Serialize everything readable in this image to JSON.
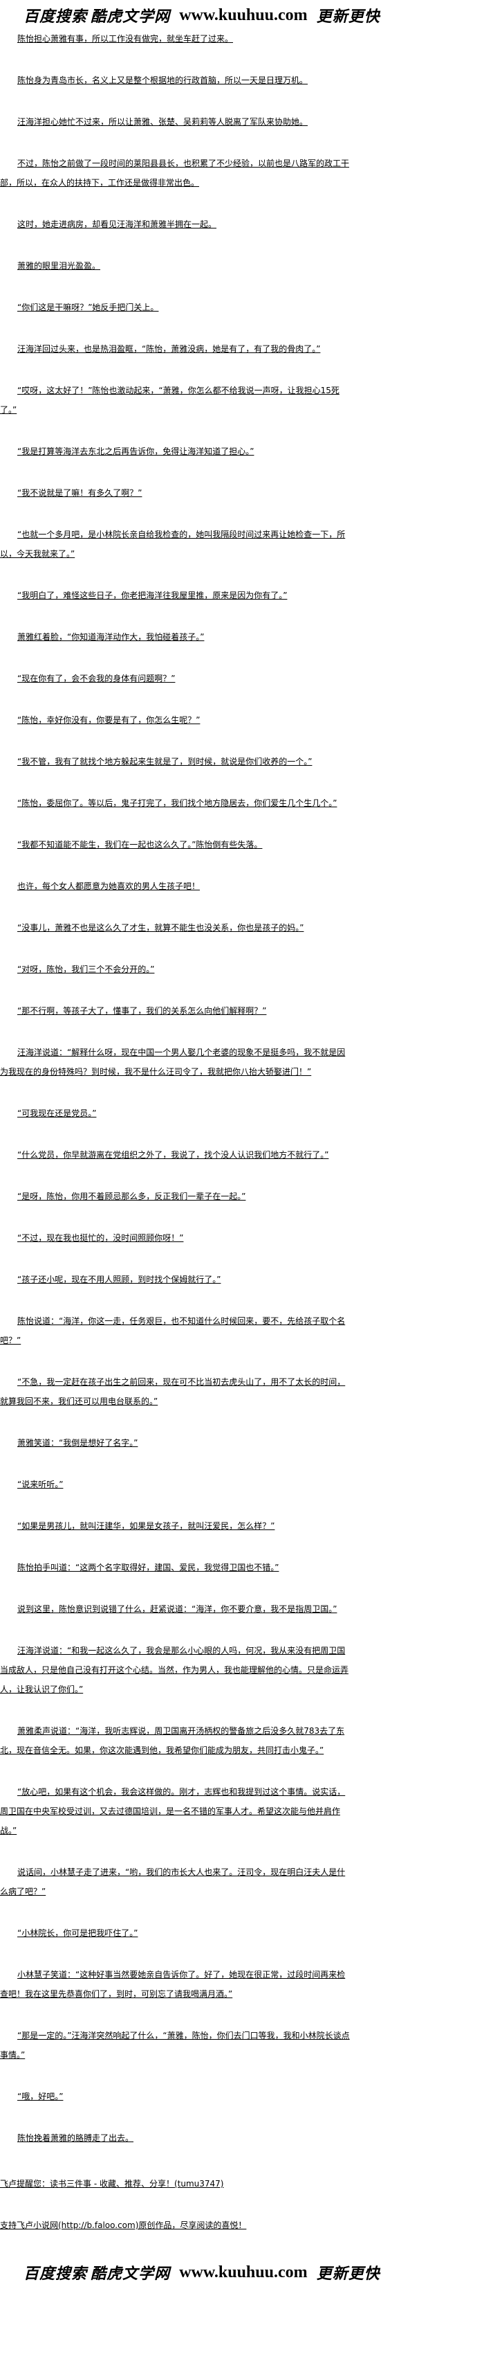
{
  "banner": {
    "search_text": "百度搜索",
    "site_name": "酷虎文学网",
    "url": "www.kuuhuu.com",
    "slogan": "更新更快"
  },
  "paragraphs": [
    "陈怡担心萧雅有事，所以工作没有做完，就坐车赶了过来。",
    "陈怡身为青岛市长，名义上又是整个根据地的行政首脑，所以一天是日理万机。",
    "汪海洋担心她忙不过来，所以让萧雅、张楚、吴莉莉等人脱离了军队来协助她。",
    "不过，陈怡之前做了一段时间的莱阳县县长，也积累了不少经验，以前也是八路军的政工干部，所以，在众人的扶持下，工作还是做得非常出色。",
    "这时，她走进病房，却看见汪海洋和萧雅半拥在一起。",
    "萧雅的眼里泪光盈盈。",
    "“你们这是干嘛呀？”她反手把门关上。",
    "汪海洋回过头来，也是热泪盈眶，“陈怡，萧雅没病，她是有了，有了我的骨肉了。”",
    "“哎呀，这太好了！”陈怡也激动起来，“萧雅，你怎么都不给我说一声呀，让我担心15死了。”",
    "“我是打算等海洋去东北之后再告诉你，免得让海洋知道了担心。”",
    "“我不说就是了嘛！有多久了啊？”",
    "“也就一个多月吧，是小林院长亲自给我检查的，她叫我隔段时间过来再让她检查一下，所以，今天我就来了。”",
    "“我明白了，难怪这些日子，你老把海洋往我屋里推，原来是因为你有了。”",
    "萧雅红着脸，“你知道海洋动作大，我怕碰着孩子。”",
    "“现在你有了，会不会我的身体有问题啊？”",
    "“陈怡，幸好你没有，你要是有了，你怎么生呢？”",
    "“我不管，我有了就找个地方躲起来生就是了，到时候，就说是你们收养的一个。”",
    "“陈怡，委屈你了。等以后，鬼子打完了，我们找个地方隐居去，你们爱生几个生几个。”",
    "“我都不知道能不能生，我们在一起也这么久了。”陈怡倒有些失落。",
    "也许，每个女人都愿意为她喜欢的男人生孩子吧！",
    "“没事儿，萧雅不也是这么久了才生，就算不能生也没关系，你也是孩子的妈。”",
    "“对呀，陈怡，我们三个不会分开的。”",
    "“那不行啊，等孩子大了，懂事了，我们的关系怎么向他们解释啊？”",
    "汪海洋说道：“解释什么呀，现在中国一个男人娶几个老婆的现象不是挺多吗，我不就是因为我现在的身份特殊吗？到时候，我不是什么汪司令了，我就把你八抬大轿娶进门！”",
    "“可我现在还是党员。”",
    "“什么党员，你早就游离在党组织之外了，我说了，找个没人认识我们地方不就行了。”",
    "“是呀，陈怡，你用不着顾忌那么多，反正我们一辈子在一起。”",
    "“不过，现在我也挺忙的，没时间照顾你呀！”",
    "“孩子还小呢，现在不用人照顾，到时找个保姆就行了。”",
    "陈怡说道：“海洋，你这一走，任务艰巨，也不知道什么时候回来，要不，先给孩子取个名吧？”",
    "“不急，我一定赶在孩子出生之前回来，现在可不比当初去虎头山了，用不了太长的时间，就算我回不来，我们还可以用电台联系的。”",
    "萧雅笑道：“我倒是想好了名字。”",
    "“说来听听。”",
    "“如果是男孩儿，就叫汪建华，如果是女孩子，就叫汪爱民，怎么样？”",
    "陈怡拍手叫道：“这两个名字取得好，建国、爱民，我觉得卫国也不错。”",
    "说到这里，陈怡意识到说错了什么，赶紧说道：“海洋，你不要介意，我不是指周卫国。”",
    "汪海洋说道：“和我一起这么久了，我会是那么小心眼的人吗，何况，我从来没有把周卫国当成敌人，只是他自己没有打开这个心结。当然，作为男人，我也能理解他的心情。只是命运弄人，让我认识了你们。”",
    "萧雅柔声说道：“海洋，我听志辉说，周卫国离开汤柄权的警备旅之后没多久就783去了东北，现在音信全无。如果，你这次能遇到他，我希望你们能成为朋友，共同打击小鬼子。”",
    "“放心吧，如果有这个机会，我会这样做的。刚才，志辉也和我提到过这个事情。说实话，周卫国在中央军校受过训，又去过德国培训，是一名不错的军事人才。希望这次能与他并肩作战。”",
    "说话间，小林慧子走了进来，“哟，我们的市长大人也来了。汪司令，现在明白汪夫人是什么病了吧？”",
    "“小林院长，你可是把我吓住了。”",
    "小林慧子笑道：“这种好事当然要她亲自告诉你了。好了，她现在很正常，过段时间再来检查吧！我在这里先恭喜你们了，到时，可别忘了请我喝满月酒。”",
    "“那是一定的。”汪海洋突然响起了什么，“萧雅，陈怡，你们去门口等我，我和小林院长谈点事情。”",
    "“哦，好吧。”",
    "陈怡挽着萧雅的胳膊走了出去。"
  ],
  "footer": {
    "reminder": "飞卢提醒您：读书三件事 - 收藏、推荐、分享！(tumu3747)",
    "support": "支持飞卢小说网(http://b.faloo.com)原创作品，尽享阅读的喜悦！"
  }
}
